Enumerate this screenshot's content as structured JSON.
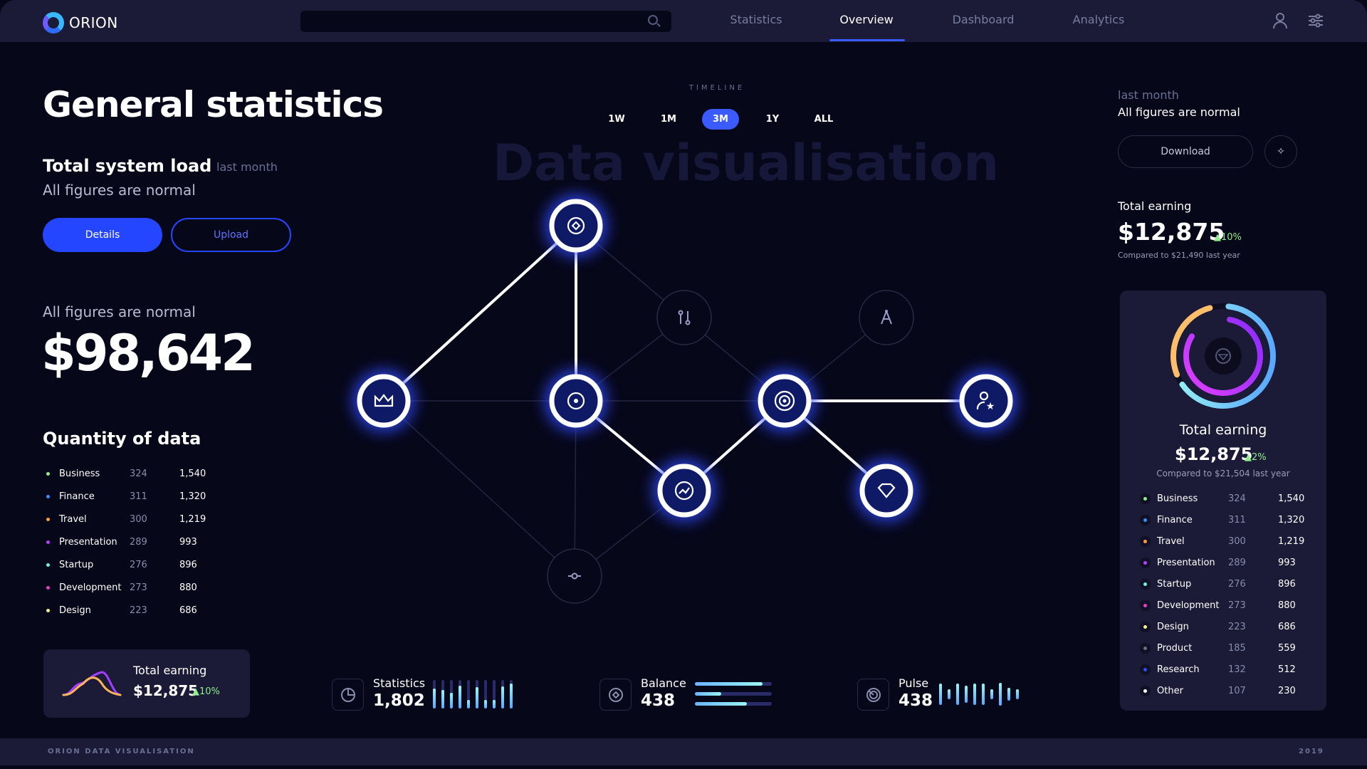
{
  "header": {
    "logo": "ORION",
    "search": {
      "placeholder": "",
      "value": ""
    },
    "nav": [
      {
        "label": "Statistics"
      },
      {
        "label": "Overview",
        "active": true
      },
      {
        "label": "Dashboard"
      },
      {
        "label": "Analytics"
      }
    ],
    "icons": [
      "user-icon",
      "settings-sliders-icon"
    ]
  },
  "left": {
    "title": "General statistics",
    "load": {
      "title": "Total system load",
      "period": "last month",
      "status": "All figures are normal"
    },
    "details_label": "Details",
    "upload_label": "Upload",
    "summary": {
      "status": "All figures are normal",
      "amount": "$98,642"
    },
    "quantity": {
      "title": "Quantity of data",
      "rows": [
        {
          "label": "Business",
          "count": "324",
          "total": "1,540",
          "color": "#8ef08a"
        },
        {
          "label": "Finance",
          "count": "311",
          "total": "1,320",
          "color": "#3d8bff"
        },
        {
          "label": "Travel",
          "count": "300",
          "total": "1,219",
          "color": "#ff9a3d"
        },
        {
          "label": "Presentation",
          "count": "289",
          "total": "993",
          "color": "#b83dff"
        },
        {
          "label": "Startup",
          "count": "276",
          "total": "896",
          "color": "#6ef0e0"
        },
        {
          "label": "Development",
          "count": "273",
          "total": "880",
          "color": "#e83dc0"
        },
        {
          "label": "Design",
          "count": "223",
          "total": "686",
          "color": "#f5f08a"
        }
      ]
    },
    "earning_card": {
      "label": "Total earning",
      "amount": "$12,875",
      "change": "10%"
    }
  },
  "center": {
    "timeline_label": "TIMELINE",
    "ranges": [
      {
        "label": "1W"
      },
      {
        "label": "1M"
      },
      {
        "label": "3M",
        "active": true
      },
      {
        "label": "1Y"
      },
      {
        "label": "ALL"
      }
    ],
    "watermark": "Data visualisation",
    "nodes": [
      {
        "id": "A",
        "icon": "diamond-circle-icon",
        "active": true
      },
      {
        "id": "B",
        "icon": "crown-icon",
        "active": true
      },
      {
        "id": "C",
        "icon": "dot-circle-icon",
        "active": true
      },
      {
        "id": "D",
        "icon": "trend-icon",
        "active": true
      },
      {
        "id": "E",
        "icon": "target-icon",
        "active": true
      },
      {
        "id": "F",
        "icon": "user-star-icon",
        "active": true
      },
      {
        "id": "G",
        "icon": "gem-icon",
        "active": true
      },
      {
        "id": "H",
        "icon": "git-compare-icon",
        "active": false
      },
      {
        "id": "I",
        "icon": "compass-icon",
        "active": false
      },
      {
        "id": "J",
        "icon": "commit-icon",
        "active": false
      }
    ],
    "edges_active": [
      [
        "A",
        "B"
      ],
      [
        "A",
        "C"
      ],
      [
        "C",
        "D"
      ],
      [
        "D",
        "E"
      ],
      [
        "E",
        "F"
      ],
      [
        "E",
        "G"
      ]
    ],
    "edges_inactive": [
      [
        "B",
        "C"
      ],
      [
        "C",
        "E"
      ],
      [
        "A",
        "H"
      ],
      [
        "H",
        "C"
      ],
      [
        "H",
        "E"
      ],
      [
        "I",
        "E"
      ],
      [
        "B",
        "J"
      ],
      [
        "J",
        "C"
      ],
      [
        "J",
        "D"
      ]
    ],
    "stats": [
      {
        "label": "Statistics",
        "value": "1,802",
        "icon": "pie-chart-icon",
        "bars": [
          0.7,
          0.65,
          0.55,
          0.8,
          0.3,
          0.75,
          0.3,
          0.3,
          0.78,
          0.88
        ]
      },
      {
        "label": "Balance",
        "value": "438",
        "icon": "diamond-circle-icon",
        "bars": [
          0.88,
          0.34,
          0.68
        ]
      },
      {
        "label": "Pulse",
        "value": "438",
        "icon": "pulse-icon",
        "bars": [
          0.75,
          0.35,
          0.75,
          0.6,
          0.75,
          0.75,
          0.35,
          0.8,
          0.45,
          0.35
        ]
      }
    ]
  },
  "right": {
    "period": "last month",
    "status": "All figures are normal",
    "download_label": "Download",
    "earning": {
      "label": "Total earning",
      "amount": "$12,875",
      "change": "10%",
      "compare": "Compared to $21,490 last year"
    },
    "panel": {
      "label": "Total earning",
      "amount": "$12,875",
      "change": "2%",
      "compare": "Compared to $21,504 last year",
      "rows": [
        {
          "label": "Business",
          "count": "324",
          "total": "1,540",
          "color": "#8ef08a"
        },
        {
          "label": "Finance",
          "count": "311",
          "total": "1,320",
          "color": "#3d8bff"
        },
        {
          "label": "Travel",
          "count": "300",
          "total": "1,219",
          "color": "#ff9a3d"
        },
        {
          "label": "Presentation",
          "count": "289",
          "total": "993",
          "color": "#b83dff"
        },
        {
          "label": "Startup",
          "count": "276",
          "total": "896",
          "color": "#6ef0e0"
        },
        {
          "label": "Development",
          "count": "273",
          "total": "880",
          "color": "#e83dc0"
        },
        {
          "label": "Design",
          "count": "223",
          "total": "686",
          "color": "#f5f08a"
        },
        {
          "label": "Product",
          "count": "185",
          "total": "559",
          "color": "#6c6f80"
        },
        {
          "label": "Research",
          "count": "132",
          "total": "512",
          "color": "#2f4bff"
        },
        {
          "label": "Other",
          "count": "107",
          "total": "230",
          "color": "#ffffff"
        }
      ]
    }
  },
  "footer": {
    "left": "ORION DATA VISUALISATION",
    "right": "2019"
  },
  "colors": {
    "accent": "#3a5bff",
    "positive": "#8ef08a",
    "panel": "#1b1b38",
    "background": "#07071a"
  }
}
